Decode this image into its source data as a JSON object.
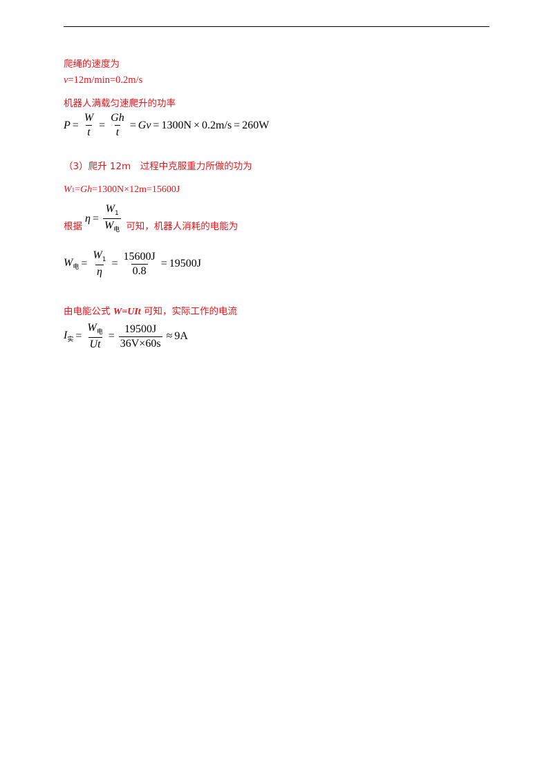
{
  "lines": {
    "l1": "爬绳的速度为",
    "l2_var": "v",
    "l2_rest": "=12m/min=0.2m/s",
    "l3": "机器人满载匀速爬升的功率",
    "l5": "（3）爬升 12m　过程中克服重力所做的功为",
    "l6_w": "W",
    "l6_sub": "1",
    "l6_eq": "=",
    "l6_gh": "Gh",
    "l6_rest": "=1300N×12m=15600J",
    "l7_pre": "根据",
    "l7_post": "可知，机器人消耗的电能为",
    "l9_pre": "由电能公式 ",
    "l9_formula": "W=UIt",
    "l9_post": " 可知，实际工作的电流"
  },
  "eq_power": {
    "lhs": "P",
    "eq1": "=",
    "f1_num": "W",
    "f1_den": "t",
    "eq2": "=",
    "f2_num": "Gh",
    "f2_den": "t",
    "eq3": "=",
    "gv": "Gv",
    "eq4": "=",
    "value": "1300N",
    "times": "×",
    "value2": "0.2m/s",
    "eq5": "=",
    "result": "260W"
  },
  "eq_eta": {
    "eta": "η",
    "eq": "=",
    "num": "W",
    "num_sub": "1",
    "den": "W",
    "den_sub": "电"
  },
  "eq_welec": {
    "lhs": "W",
    "lhs_sub": "电",
    "eq1": "=",
    "f1_num": "W",
    "f1_num_sub": "1",
    "f1_den": "η",
    "eq2": "=",
    "f2_num": "15600J",
    "f2_den": "0.8",
    "eq3": "=",
    "result": "19500J"
  },
  "eq_current": {
    "lhs": "I",
    "lhs_sub": "实",
    "eq1": "=",
    "f1_num": "W",
    "f1_num_sub": "电",
    "f1_den": "Ut",
    "eq2": "=",
    "f2_num": "19500J",
    "f2_den": "36V×60s",
    "approx": "≈",
    "result": "9A"
  }
}
